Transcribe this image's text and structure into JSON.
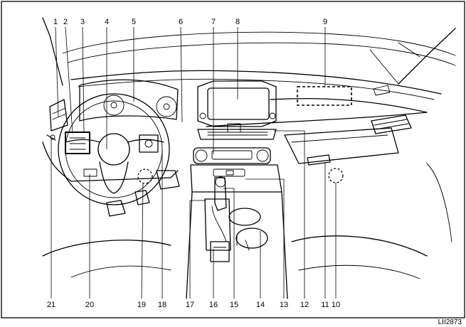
{
  "figure_id": "LII2873",
  "callouts_top": [
    "1",
    "2",
    "3",
    "4",
    "5",
    "6",
    "7",
    "8",
    "9"
  ],
  "callouts_bottom": [
    "21",
    "20",
    "19",
    "18",
    "17",
    "16",
    "15",
    "14",
    "13",
    "12",
    "11",
    "10"
  ]
}
